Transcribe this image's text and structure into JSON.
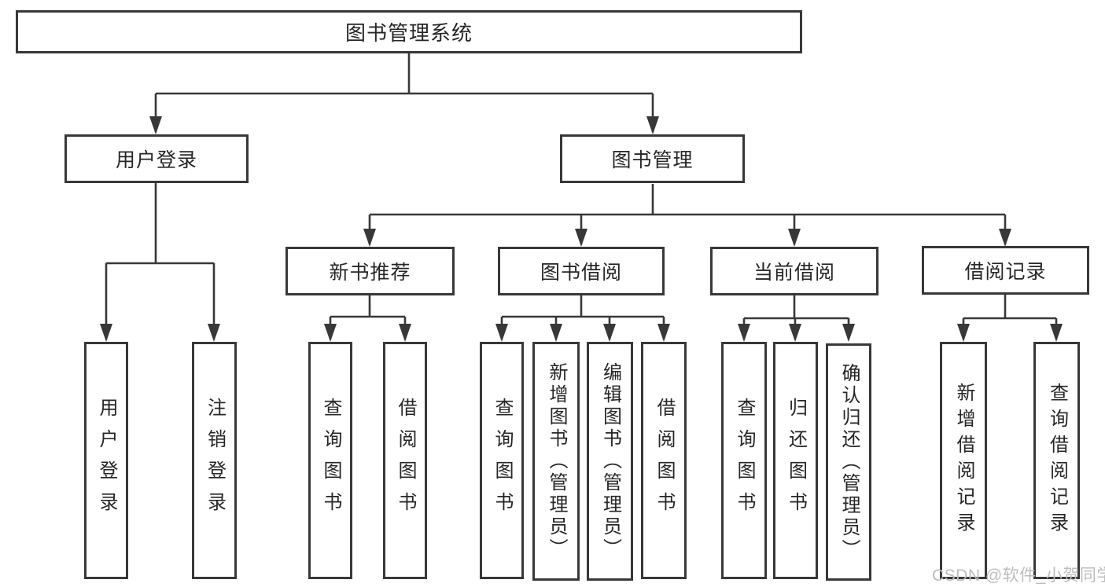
{
  "nodes": {
    "root": "图书管理系统",
    "branches": [
      {
        "label": "用户登录",
        "leaves": [
          "用户登录",
          "注销登录"
        ]
      },
      {
        "label": "图书管理",
        "groups": [
          {
            "label": "新书推荐",
            "leaves": [
              "查询图书",
              "借阅图书"
            ]
          },
          {
            "label": "图书借阅",
            "leaves": [
              "查询图书",
              "新增图书（管理员）",
              "编辑图书（管理员）",
              "借阅图书"
            ]
          },
          {
            "label": "当前借阅",
            "leaves": [
              "查询图书",
              "归还图书",
              "确认归还（管理员）"
            ]
          },
          {
            "label": "借阅记录",
            "leaves": [
              "新增借阅记录",
              "查询借阅记录"
            ]
          }
        ]
      }
    ]
  },
  "watermark": "CSDN @软件_小贺同学",
  "colors": {
    "line": "#383838",
    "box_border": "#383838",
    "text": "#262626",
    "watermark": "#bdbdbd",
    "background": "#ffffff"
  }
}
